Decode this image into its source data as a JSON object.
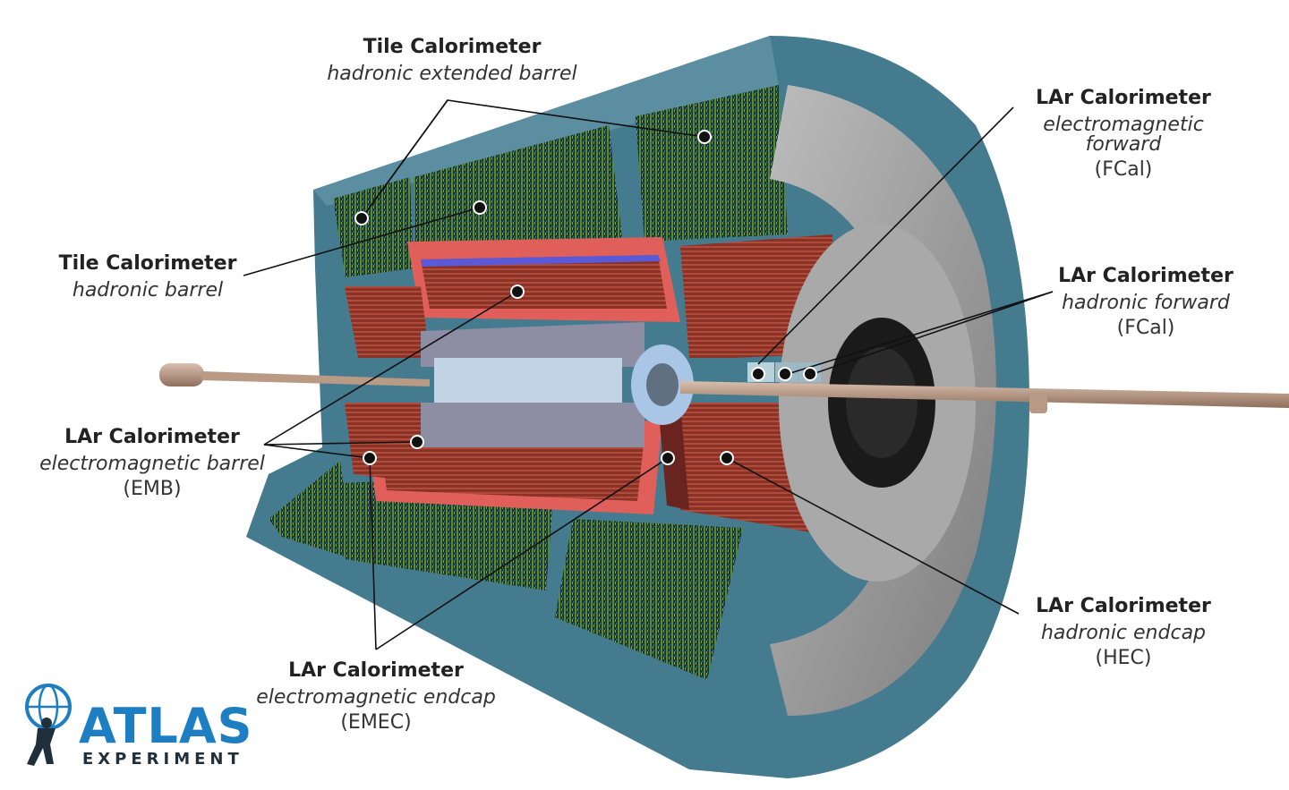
{
  "labels": {
    "tile_ext": {
      "title": "Tile Calorimeter",
      "sub": "hadronic extended barrel"
    },
    "tile_barrel": {
      "title": "Tile Calorimeter",
      "sub": "hadronic barrel"
    },
    "lar_emb": {
      "title": "LAr Calorimeter",
      "sub": "electromagnetic barrel",
      "abbr": "(EMB)"
    },
    "lar_emec": {
      "title": "LAr Calorimeter",
      "sub": "electromagnetic endcap",
      "abbr": "(EMEC)"
    },
    "lar_emf": {
      "title": "LAr Calorimeter",
      "sub": "electromagnetic forward",
      "abbr": "(FCal)"
    },
    "lar_hf": {
      "title": "LAr Calorimeter",
      "sub": "hadronic forward",
      "abbr": "(FCal)"
    },
    "lar_hec": {
      "title": "LAr Calorimeter",
      "sub": "hadronic endcap",
      "abbr": "(HEC)"
    }
  },
  "logo": {
    "word": "ATLAS",
    "sub": "EXPERIMENT"
  },
  "colors": {
    "outer_shell": "#457b8f",
    "tile": "#2d4a2a",
    "lar_red": "#9a3a2e",
    "grey": "#9b9b9b",
    "beam": "#b89a85",
    "accent_blue": "#1d7fc1"
  }
}
